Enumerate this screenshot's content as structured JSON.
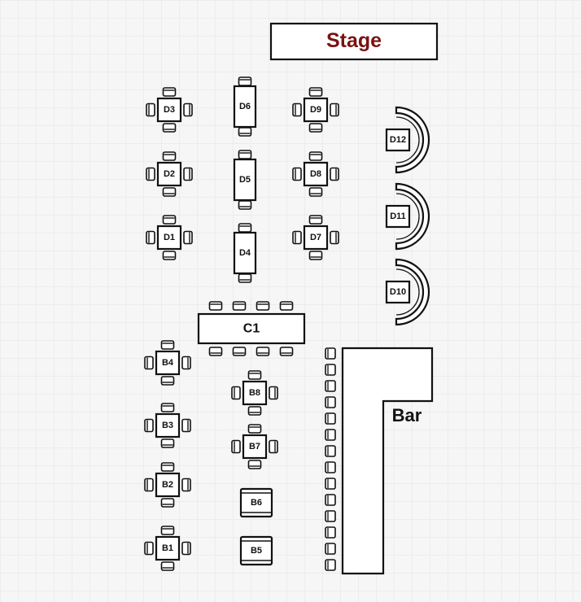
{
  "stage": {
    "label": "Stage",
    "color": "#7a1212"
  },
  "bar": {
    "label": "Bar"
  },
  "tables": {
    "D1": "D1",
    "D2": "D2",
    "D3": "D3",
    "D4": "D4",
    "D5": "D5",
    "D6": "D6",
    "D7": "D7",
    "D8": "D8",
    "D9": "D9",
    "D10": "D10",
    "D11": "D11",
    "D12": "D12",
    "C1": "C1",
    "B1": "B1",
    "B2": "B2",
    "B3": "B3",
    "B4": "B4",
    "B5": "B5",
    "B6": "B6",
    "B7": "B7",
    "B8": "B8"
  }
}
